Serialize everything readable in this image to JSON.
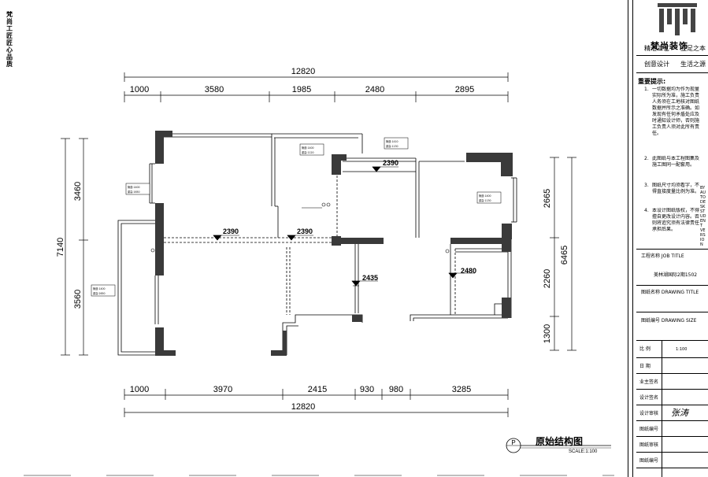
{
  "side_vertical_text": "梵尚工匠匠心品质",
  "dimensions": {
    "top_total": "12820",
    "top": [
      "1000",
      "3580",
      "1985",
      "2480",
      "2895"
    ],
    "bottom": [
      "1000",
      "3970",
      "2415",
      "930",
      "980",
      "3285"
    ],
    "bottom_total": "12820",
    "left_total": "7140",
    "left": [
      "3460",
      "3560"
    ],
    "right_total": "6465",
    "right": [
      "2665",
      "2260",
      "1300"
    ]
  },
  "levels": [
    "2390",
    "2390",
    "2390",
    "2435",
    "2480"
  ],
  "pipe_labels": [
    {
      "a": "管道:1400",
      "b": "梁高:1120"
    },
    {
      "a": "管道:1410",
      "b": "梁高:1130"
    },
    {
      "a": "管道:1400",
      "b": "梁高:1650"
    },
    {
      "a": "管道:1400",
      "b": "梁高:2650"
    },
    {
      "a": "管道:1400",
      "b": "梁高:1130"
    }
  ],
  "title_block": {
    "brand_name": "梵尚装饰",
    "slogan_1a": "精湛工艺",
    "slogan_1b": "立足之本",
    "slogan_2a": "创意设计",
    "slogan_2b": "生活之源",
    "notes_heading": "重要提示:",
    "notes": [
      {
        "n": "1.",
        "t": "一切数据均为作为现量实际所为准，施工负责人务须在工地核对图纸数据并所示之准确。如发现有任何矛盾处应及时通知设计师，否则施工负责人须对此所有责任。"
      },
      {
        "n": "2.",
        "t": "此图纸与本工程图集及施工图同一配套用。"
      },
      {
        "n": "3.",
        "t": "图纸尺寸均须看字，不得直接度量比例为准。"
      },
      {
        "n": "4.",
        "t": "本设计图纸版权，不得擅自更改设计内容。否则将追究须有法律责任承担后果。"
      }
    ],
    "side_code": "BY AUTODESK STUDENT VERSION",
    "project_title_label": "工程名称 JOB TITLE",
    "project_name": "美林湖国际2期1502",
    "drawing_title_label": "图纸名称 DRAWING TITLE",
    "drawing_no_label": "图纸编号 DRAWING SIZE",
    "rows": [
      "比 例",
      "日 期",
      "业主签名",
      "设计签名",
      "设计审核",
      "图纸编号",
      "图纸审核",
      "图纸编号"
    ],
    "scale_value": "1:100",
    "signature": "张涛"
  },
  "caption": {
    "circle_letter": "P",
    "title": "原始结构图",
    "scale": "SCALE:1:100"
  }
}
